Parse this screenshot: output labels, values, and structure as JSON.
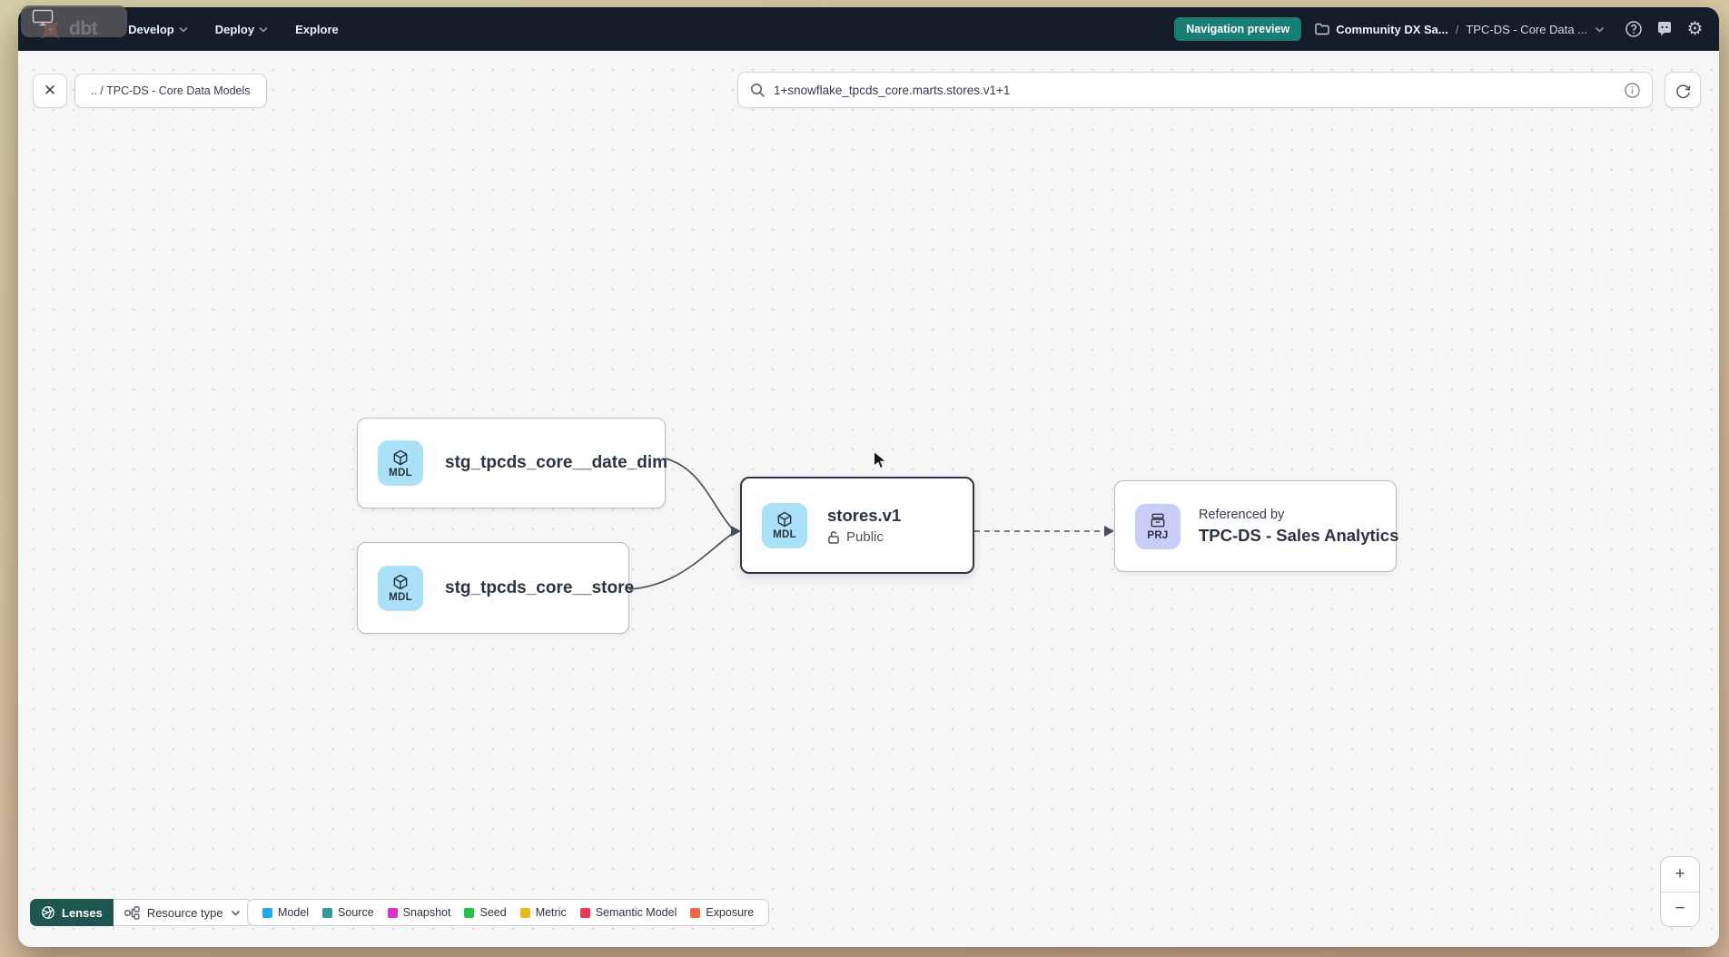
{
  "nav": {
    "logo_text": "dbt",
    "menus": [
      {
        "label": "Develop"
      },
      {
        "label": "Deploy"
      },
      {
        "label": "Explore"
      }
    ],
    "preview_badge": "Navigation preview",
    "breadcrumb": {
      "account": "Community DX Sa...",
      "separator": "/",
      "project": "TPC-DS - Core Data ..."
    }
  },
  "toolbar": {
    "close_glyph": "✕",
    "breadcrumb_chip": ".. / TPC-DS - Core Data Models",
    "search": {
      "value": "1+snowflake_tpcds_core.marts.stores.v1+1"
    }
  },
  "graph": {
    "nodes": [
      {
        "badge": "MDL",
        "label": "stg_tpcds_core__date_dim"
      },
      {
        "badge": "MDL",
        "label": "stg_tpcds_core__store"
      },
      {
        "badge": "MDL",
        "label": "stores.v1",
        "access_label": "Public",
        "selected": true
      },
      {
        "badge": "PRJ",
        "kicker": "Referenced by",
        "label": "TPC-DS - Sales Analytics"
      }
    ]
  },
  "footer": {
    "lenses_label": "Lenses",
    "resource_type_label": "Resource type",
    "legend": [
      {
        "label": "Model",
        "color": "#1da9e9"
      },
      {
        "label": "Source",
        "color": "#2e9d92"
      },
      {
        "label": "Snapshot",
        "color": "#df2ec7"
      },
      {
        "label": "Seed",
        "color": "#1fc53e"
      },
      {
        "label": "Metric",
        "color": "#ecb81c"
      },
      {
        "label": "Semantic Model",
        "color": "#ee3657"
      },
      {
        "label": "Exposure",
        "color": "#f06a3d"
      }
    ]
  },
  "zoom_controls": {
    "zoom_in": "+",
    "zoom_out": "−"
  },
  "colors": {
    "accent_teal": "#1a7e75",
    "brand_orange": "#ff4f1f",
    "selected_border": "#2d3643"
  }
}
